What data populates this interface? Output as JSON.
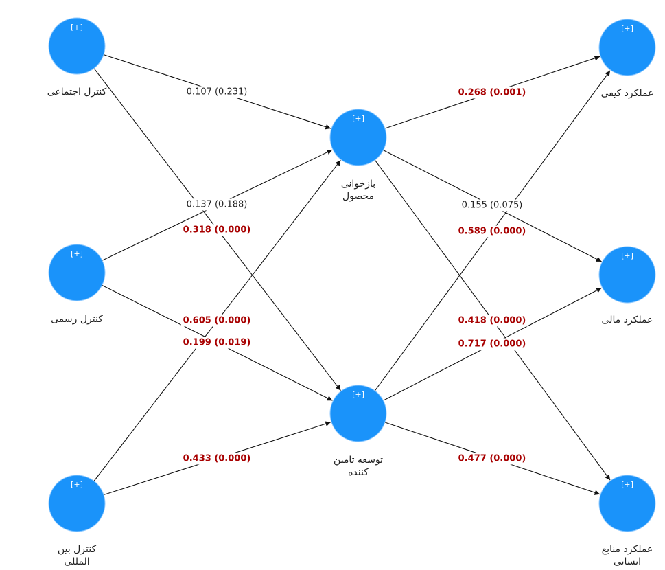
{
  "colors": {
    "node_fill": "#1a93fa",
    "significant_path": "#a80000",
    "nonsignificant_path": "#222222",
    "edge": "#111111"
  },
  "nodes": [
    {
      "id": "social",
      "toggle": "[+]",
      "label": [
        "کنترل اجتماعی"
      ]
    },
    {
      "id": "formal",
      "toggle": "[+]",
      "label": [
        "کنترل رسمی"
      ]
    },
    {
      "id": "intl",
      "toggle": "[+]",
      "label": [
        "کنترل بین",
        "المللی"
      ]
    },
    {
      "id": "reverse",
      "toggle": "[+]",
      "label": [
        "بازخوانی",
        "محصول"
      ]
    },
    {
      "id": "supplier",
      "toggle": "[+]",
      "label": [
        "توسعه تامین",
        "کننده"
      ]
    },
    {
      "id": "quality",
      "toggle": "[+]",
      "label": [
        "عملکرد کیفی"
      ]
    },
    {
      "id": "financial",
      "toggle": "[+]",
      "label": [
        "عملکرد مالی"
      ]
    },
    {
      "id": "hr",
      "toggle": "[+]",
      "label": [
        "عملکرد منابع",
        "انسانی"
      ]
    }
  ],
  "edges": [
    {
      "from": "social",
      "to": "reverse",
      "label": "0.107 (0.231)",
      "significant": false
    },
    {
      "from": "social",
      "to": "supplier",
      "label": "0.318 (0.000)",
      "significant": true
    },
    {
      "from": "formal",
      "to": "reverse",
      "label": "0.137 (0.188)",
      "significant": false
    },
    {
      "from": "formal",
      "to": "supplier",
      "label": "0.199 (0.019)",
      "significant": true
    },
    {
      "from": "intl",
      "to": "reverse",
      "label": "0.605 (0.000)",
      "significant": true
    },
    {
      "from": "intl",
      "to": "supplier",
      "label": "0.433 (0.000)",
      "significant": true
    },
    {
      "from": "reverse",
      "to": "quality",
      "label": "0.268 (0.001)",
      "significant": true
    },
    {
      "from": "reverse",
      "to": "financial",
      "label": "0.155 (0.075)",
      "significant": false
    },
    {
      "from": "reverse",
      "to": "hr",
      "label": "0.418 (0.000)",
      "significant": true
    },
    {
      "from": "supplier",
      "to": "quality",
      "label": "0.589 (0.000)",
      "significant": true
    },
    {
      "from": "supplier",
      "to": "financial",
      "label": "0.717 (0.000)",
      "significant": true
    },
    {
      "from": "supplier",
      "to": "hr",
      "label": "0.477 (0.000)",
      "significant": true
    }
  ]
}
